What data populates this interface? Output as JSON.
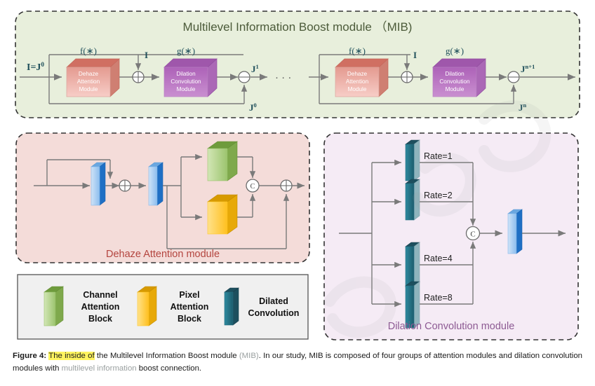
{
  "figure": {
    "caption_label": "Figure 4:",
    "caption_highlight": "The inside of",
    "caption_part2": " the Multilevel Information Boost module ",
    "caption_faded1": "(MIB)",
    "caption_part3": ". In our study, MIB is composed of four groups of attention modules and dilation convolution modules with ",
    "caption_faded2": "multilevel information",
    "caption_part4": " boost connection."
  },
  "mib_panel": {
    "title": "Multilevel Information Boost module （MIB)",
    "bg_color": "#e8efdc",
    "title_color": "#4c5b3a",
    "input_label": "I=J",
    "input_sup": "0",
    "stage1": {
      "f_label": "f(∗)",
      "g_label": "g(∗)",
      "dehaze_lines": [
        "Dehaze",
        "Attention",
        "Module"
      ],
      "dilation_lines": [
        "Dilation",
        "Convolution",
        "Module"
      ],
      "top_input_label": "I",
      "skip_label": "J",
      "skip_sup": "0",
      "out_label": "J",
      "out_sup": "1"
    },
    "ellipsis": "· · ·",
    "stage2": {
      "f_label": "f(∗)",
      "g_label": "g(∗)",
      "dehaze_lines": [
        "Dehaze",
        "Attention",
        "Module"
      ],
      "dilation_lines": [
        "Dilation",
        "Convolution",
        "Module"
      ],
      "top_input_label": "I",
      "skip_label": "J",
      "skip_sup": "n",
      "out_label": "J",
      "out_sup": "n+1"
    },
    "dehaze_box_color": "#e8a79e",
    "dehaze_box_top": "#d06f62",
    "dilation_box_color": "#b97dc0",
    "dilation_box_top": "#9f57ab"
  },
  "dehaze_panel": {
    "label": "Dehaze Attention module",
    "bg_color": "#f4dcd9",
    "label_color": "#b4453f",
    "concat_symbol": "C",
    "sum_symbol": "⊕",
    "blocks": {
      "dilated_conv_color": "#7eb3e8",
      "dilated_conv_side": "#1f6fc4",
      "channel_attention_color": "#a9ce7f",
      "channel_attention_top": "#6e9b3c",
      "pixel_attention_color": "#ffc627",
      "pixel_attention_top": "#d79a00"
    }
  },
  "dilation_panel": {
    "label": "Dilation Convolution module",
    "bg_color": "#f5ebf5",
    "label_color": "#8d5a93",
    "concat_symbol": "C",
    "rates": [
      "Rate=1",
      "Rate=2",
      "Rate=4",
      "Rate=8"
    ],
    "dilated_conv_color": "#2a8195",
    "dilated_conv_dark": "#1d4f5e",
    "out_block_color": "#7eb3e8",
    "out_block_side": "#1f6fc4"
  },
  "legend": {
    "bg_color": "#f0f0f0",
    "border_color": "#555555",
    "items": [
      {
        "name": "channel-attention-block",
        "lines": [
          "Channel",
          "Attention",
          "Block"
        ],
        "color": "#a9ce7f",
        "top": "#6e9b3c"
      },
      {
        "name": "pixel-attention-block",
        "lines": [
          "Pixel",
          "Attention",
          "Block"
        ],
        "color": "#ffc627",
        "top": "#d79a00"
      },
      {
        "name": "dilated-convolution",
        "lines": [
          "Dilated",
          "Convolution"
        ],
        "color": "#2a8195",
        "top": "#1d4f5e"
      }
    ]
  }
}
